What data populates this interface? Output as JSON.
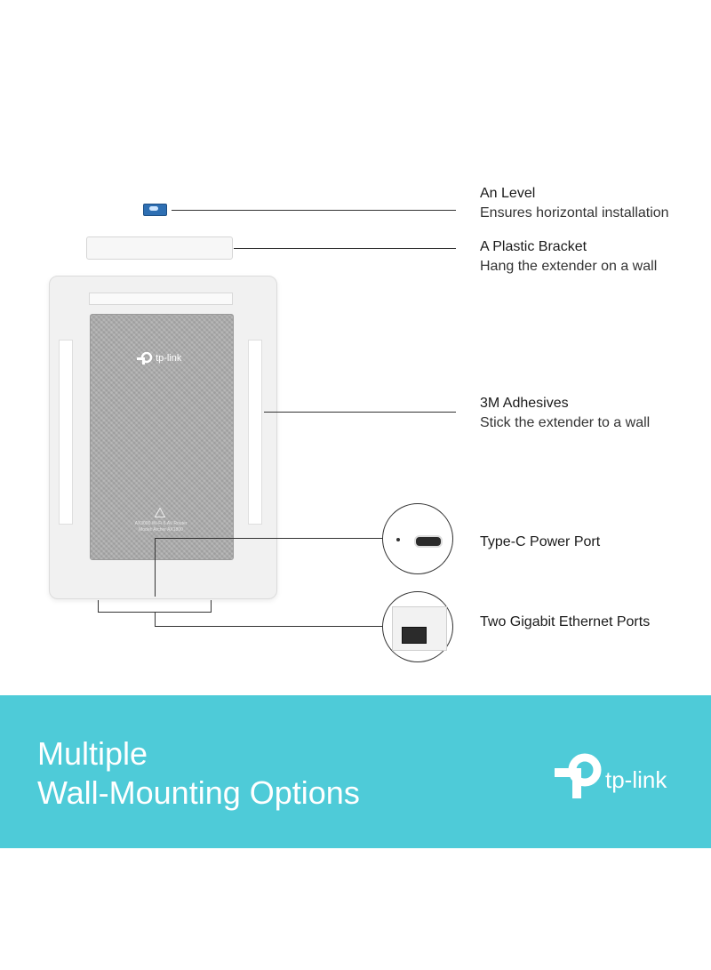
{
  "callouts": {
    "level": {
      "title": "An Level",
      "subtitle": "Ensures horizontal installation"
    },
    "bracket": {
      "title": "A Plastic Bracket",
      "subtitle": "Hang the extender on a wall"
    },
    "adhesives": {
      "title": "3M Adhesives",
      "subtitle": "Stick the extender to a wall"
    },
    "power": {
      "title": "Type-C Power Port"
    },
    "ethernet": {
      "title": "Two Gigabit Ethernet Ports"
    }
  },
  "device": {
    "logo_text": "tp-link",
    "label_line1": "AX3000 Wi-Fi 6 AV Router",
    "label_line2": "Model: Archer AX1800"
  },
  "banner": {
    "headline_line1": "Multiple",
    "headline_line2": "Wall-Mounting Options",
    "brand": "tp-link",
    "color": "#4ecbd8"
  }
}
